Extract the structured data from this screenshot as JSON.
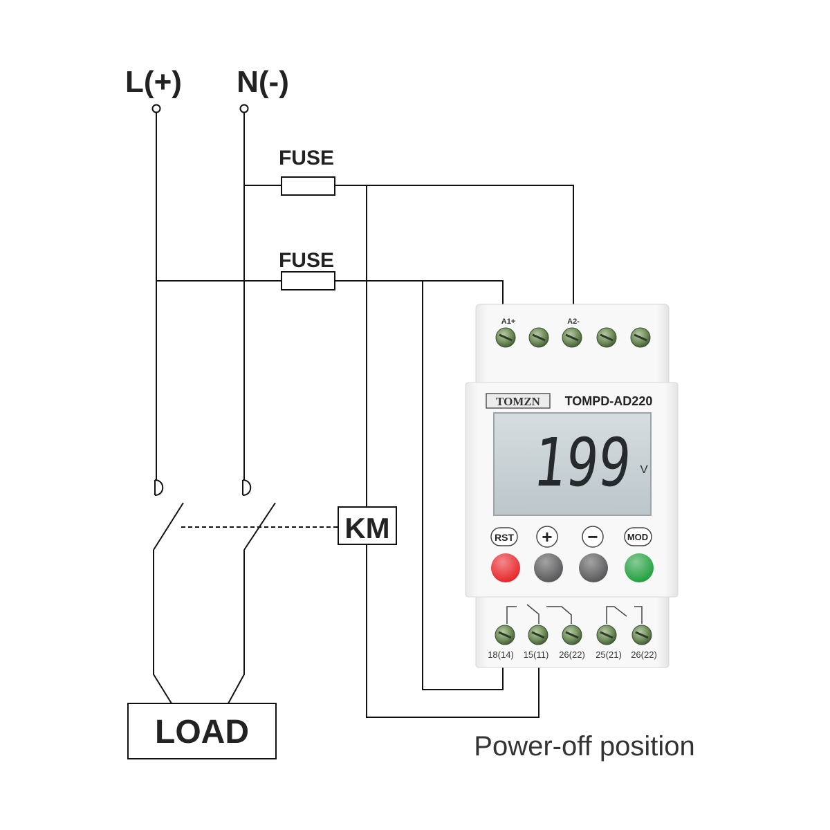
{
  "power_terminals": {
    "line": "L(+)",
    "neutral": "N(-)"
  },
  "fuses": [
    {
      "label": "FUSE"
    },
    {
      "label": "FUSE"
    }
  ],
  "contactor": {
    "label": "KM"
  },
  "load": {
    "label": "LOAD"
  },
  "device": {
    "brand": "TOMZN",
    "model": "TOMPD-AD220",
    "top_terminal_labels": [
      "A1+",
      "A2-"
    ],
    "display": {
      "value": "199",
      "unit": "V"
    },
    "buttons": [
      {
        "label": "RST",
        "color": "#e8262a"
      },
      {
        "label": "+",
        "color": "#58585a"
      },
      {
        "label": "−",
        "color": "#58585a"
      },
      {
        "label": "MOD",
        "color": "#22a03f"
      }
    ],
    "bottom_terminal_labels": [
      "18(14)",
      "15(11)",
      "26(22)",
      "25(21)",
      "26(22)"
    ]
  },
  "caption": "Power-off position",
  "colors": {
    "wire": "#111111",
    "lcd": "#c9d2d6",
    "terminal": "#6f8f5a"
  }
}
